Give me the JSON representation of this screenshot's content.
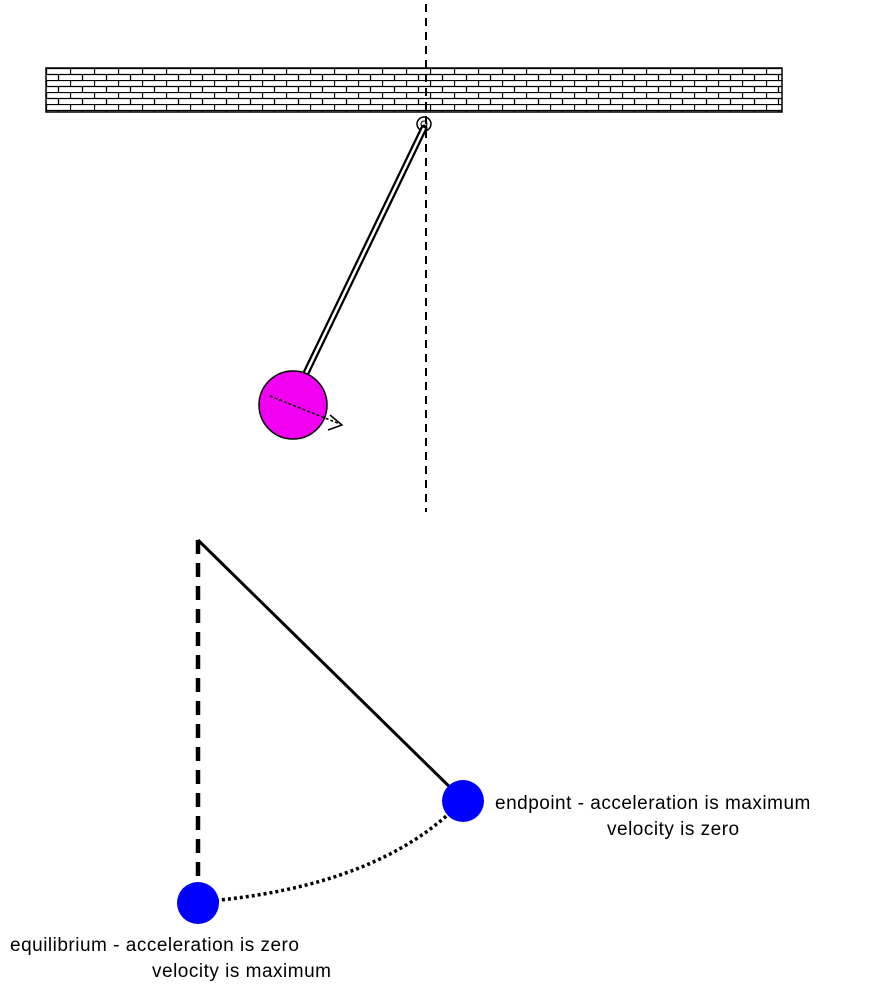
{
  "colors": {
    "bob": "#f200f2",
    "ball": "#0000ff",
    "line": "#000000",
    "background": "#ffffff"
  },
  "labels": {
    "endpoint_line1": "endpoint - acceleration is maximum",
    "endpoint_line2": "velocity is zero",
    "equilibrium_line1": "equilibrium - acceleration is zero",
    "equilibrium_line2": "velocity is maximum"
  }
}
